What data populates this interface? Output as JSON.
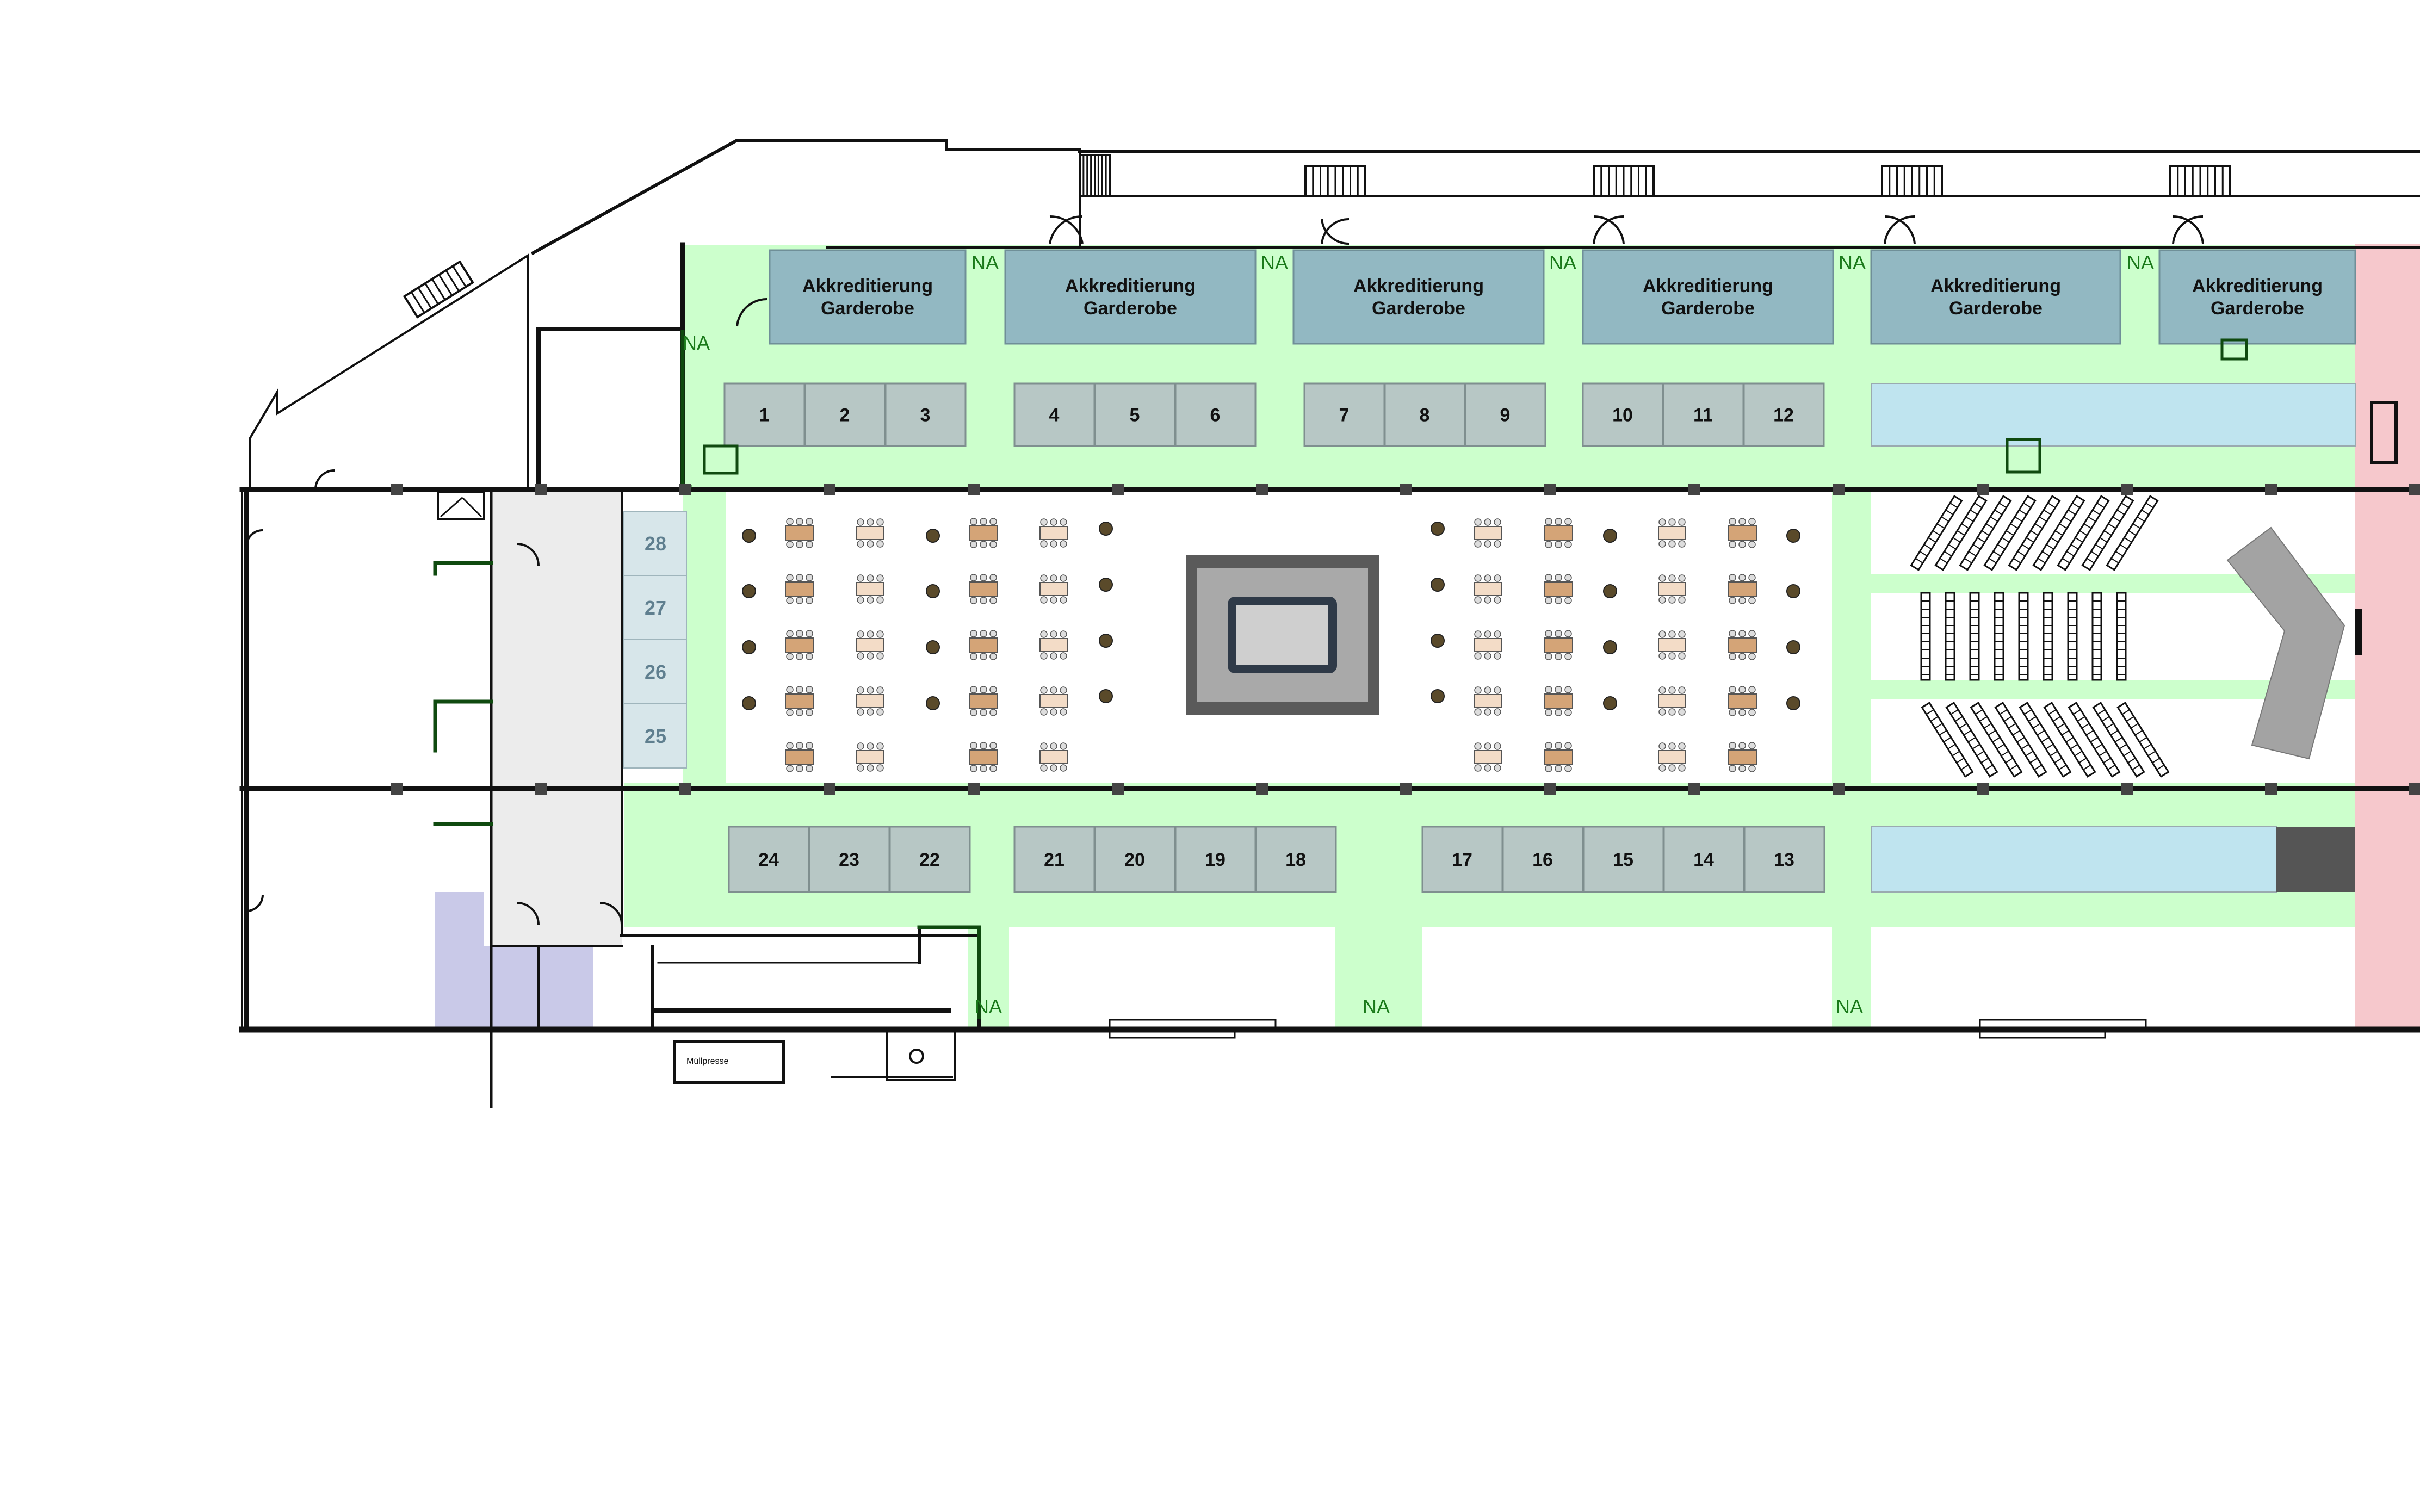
{
  "colors": {
    "walkway": "#ccffcc",
    "accreditation": "#92b8c2",
    "stand": "#b7c7c5",
    "side_stand": "#d7e6ea",
    "lounge": "#bfe4ef",
    "stage_strip": "#f6c8cc",
    "storage": "#c9c9e8",
    "wall": "#111111",
    "na_text": "#1a7a1a"
  },
  "accreditation": [
    {
      "line1": "Akkreditierung",
      "line2": "Garderobe"
    },
    {
      "line1": "Akkreditierung",
      "line2": "Garderobe"
    },
    {
      "line1": "Akkreditierung",
      "line2": "Garderobe"
    },
    {
      "line1": "Akkreditierung",
      "line2": "Garderobe"
    },
    {
      "line1": "Akkreditierung",
      "line2": "Garderobe"
    },
    {
      "line1": "Akkreditierung",
      "line2": "Garderobe"
    }
  ],
  "stands_top": [
    "1",
    "2",
    "3",
    "4",
    "5",
    "6",
    "7",
    "8",
    "9",
    "10",
    "11",
    "12"
  ],
  "stands_bottom": [
    "24",
    "23",
    "22",
    "21",
    "20",
    "19",
    "18",
    "17",
    "16",
    "15",
    "14",
    "13"
  ],
  "stands_side": [
    "28",
    "27",
    "26",
    "25"
  ],
  "na_label": "NA",
  "room_label": "Müllpresse"
}
